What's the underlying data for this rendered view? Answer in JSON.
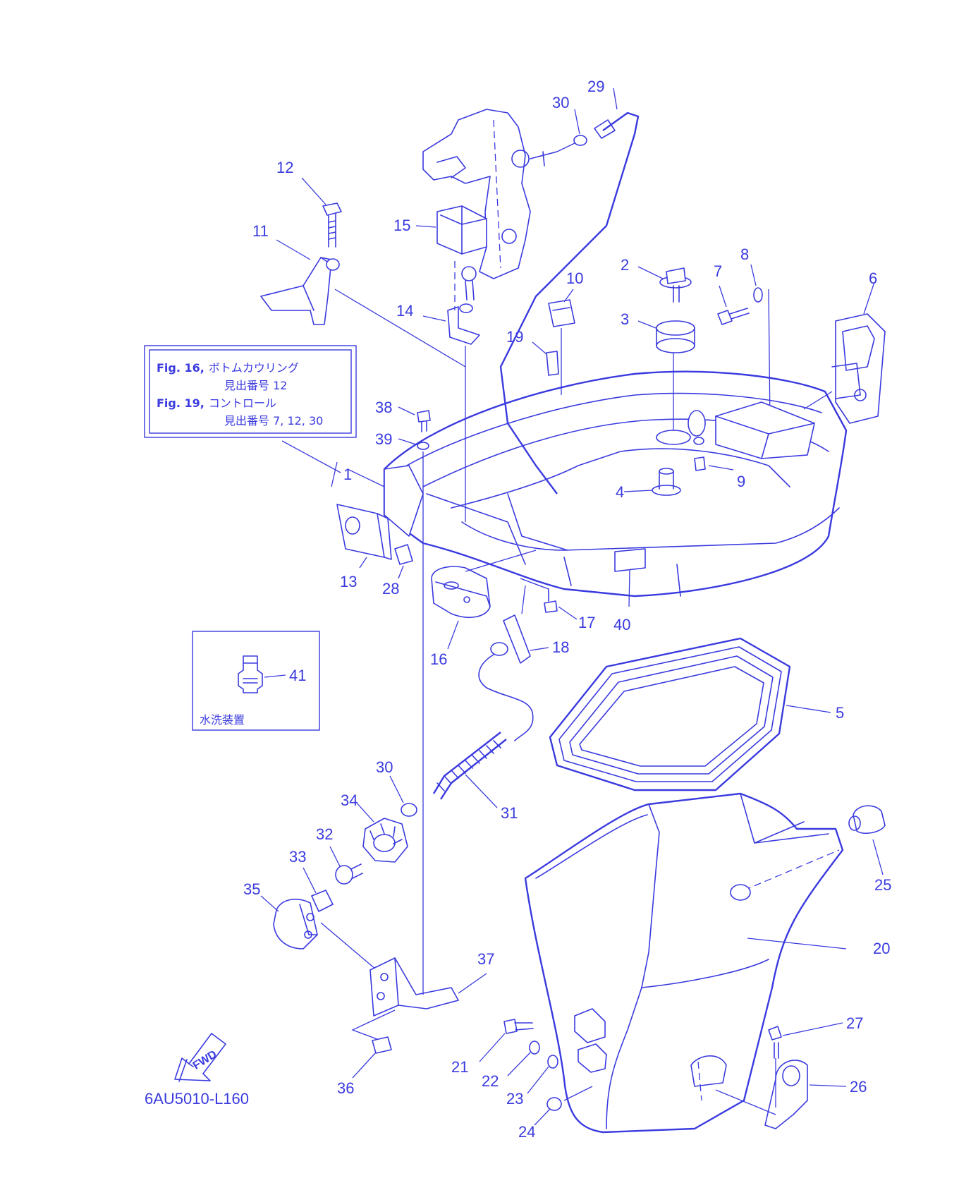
{
  "diagram_code": "6AU5010-L160",
  "fwd_label": "FWD",
  "reference_box": {
    "line1_fig": "Fig. 16,",
    "line1_text": "ボトムカウリング",
    "line2": "見出番号 12",
    "line3_fig": "Fig. 19,",
    "line3_text": "コントロール",
    "line4": "見出番号 7, 12, 30"
  },
  "inset": {
    "caption": "水洗装置",
    "part": "41"
  },
  "part_numbers": [
    "1",
    "2",
    "3",
    "4",
    "5",
    "6",
    "7",
    "8",
    "9",
    "10",
    "11",
    "12",
    "13",
    "14",
    "15",
    "16",
    "17",
    "18",
    "19",
    "20",
    "21",
    "22",
    "23",
    "24",
    "25",
    "26",
    "27",
    "28",
    "29",
    "30",
    "31",
    "32",
    "33",
    "34",
    "35",
    "36",
    "37",
    "38",
    "39",
    "40",
    "41"
  ],
  "colors": {
    "line": "#3a3adf",
    "background": "#ffffff"
  }
}
